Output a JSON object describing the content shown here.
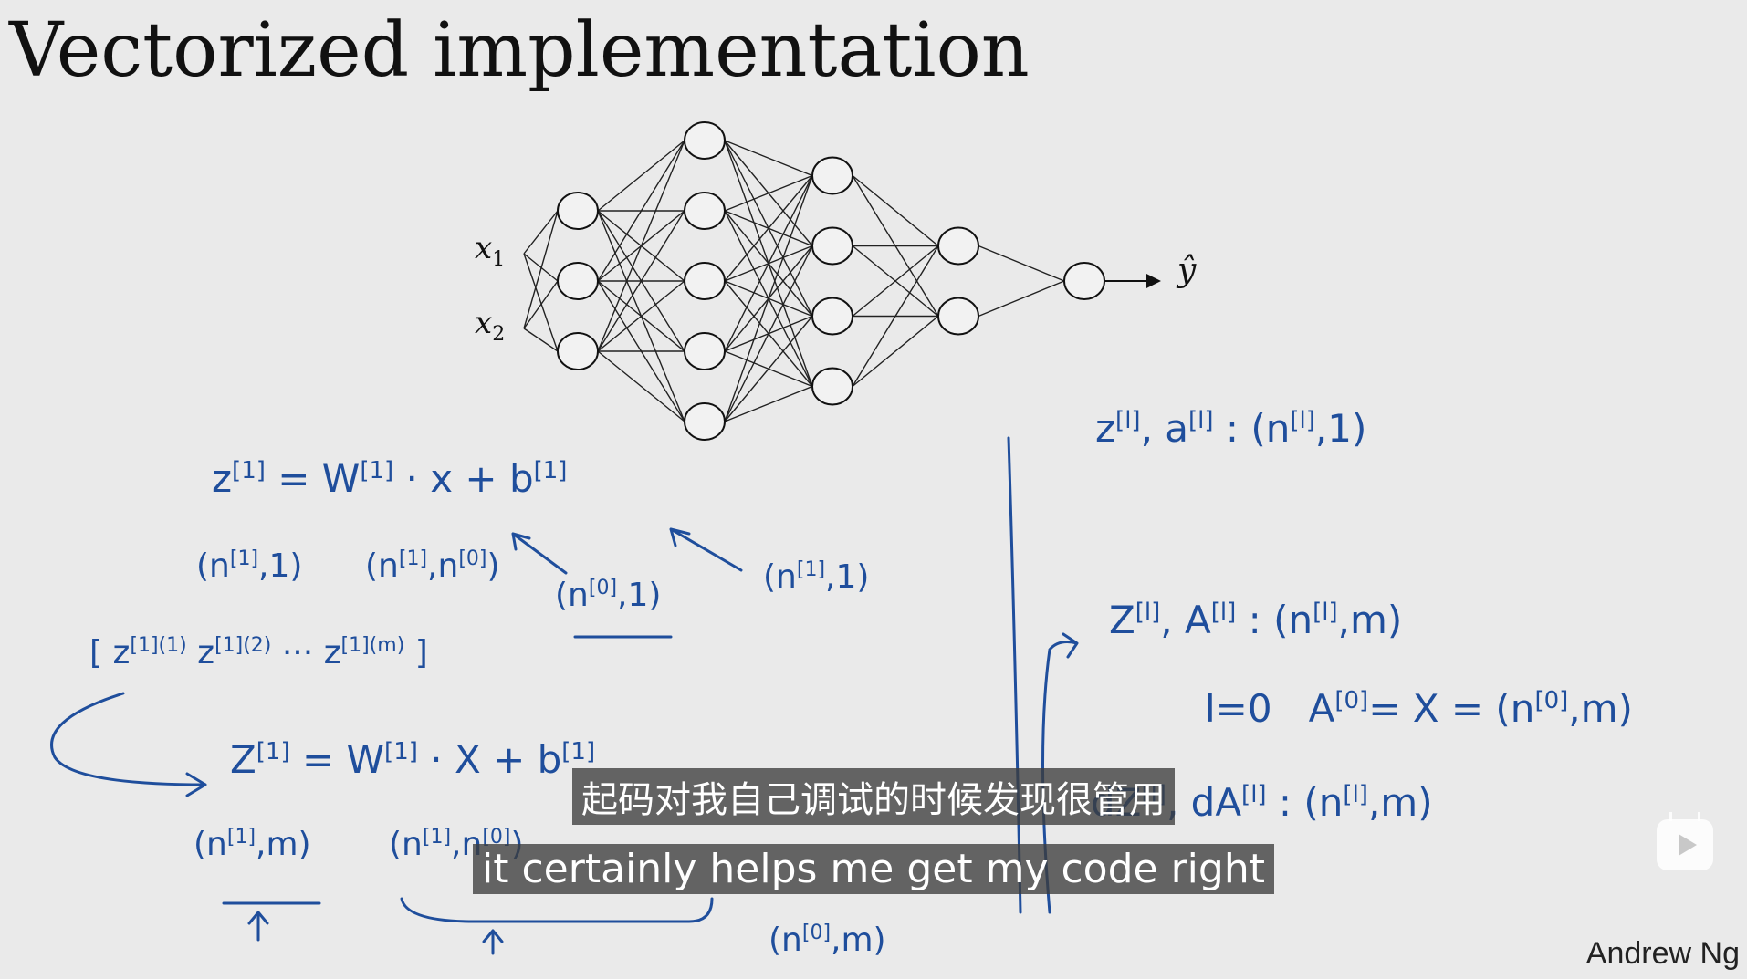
{
  "slide": {
    "title": "Vectorized implementation",
    "author": "Andrew Ng"
  },
  "network": {
    "inputs": [
      "x1",
      "x2"
    ],
    "output": "ŷ",
    "layers": [
      3,
      5,
      4,
      2,
      1
    ]
  },
  "handwriting": {
    "left": {
      "eq1": "z[1] = W[1] · x + b[1]",
      "dims1": [
        "(n[1],1)",
        "(n[1],n[0])",
        "(n[0],1)",
        "(n[1],1)"
      ],
      "stack": "[ z[1](1) z[1](2) ··· z[1](m) ]",
      "eq2": "Z[1] = W[1] · X + b[1]",
      "dims2": [
        "(n[1],m)",
        "(n[1],n[0])",
        "(n[0],m)"
      ]
    },
    "right": {
      "line1": "z[l], a[l] : (n[l],1)",
      "line2": "Z[l], A[l] : (n[l],m)",
      "line3": "l=0  A[0]= X = (n[0],m)",
      "line4": "dZ[l], dA[l] : (n[l],m)"
    }
  },
  "subtitles": {
    "chinese": "起码对我自己调试的时候发现很管用",
    "english": "it certainly helps me get my code right"
  },
  "player": {
    "play_icon": "play-icon"
  }
}
